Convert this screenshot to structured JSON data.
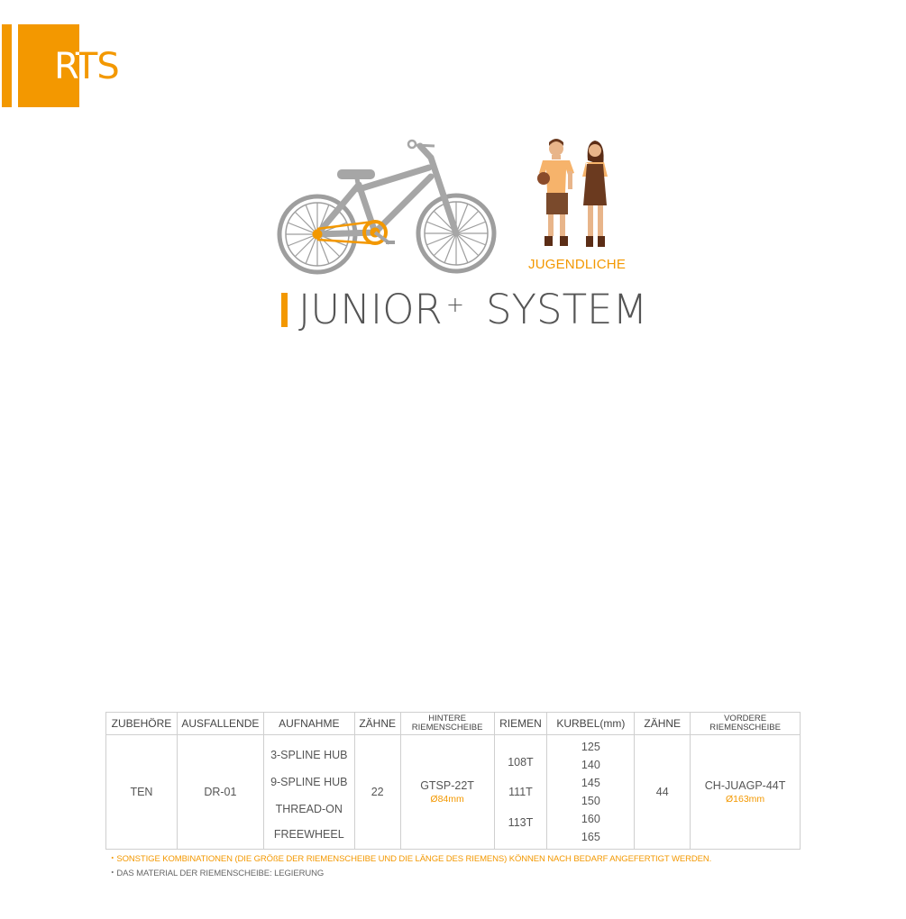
{
  "logo": {
    "text": "RTS"
  },
  "hero": {
    "age_label": "JUGENDLICHE",
    "title_main": "JUNIOR",
    "title_sup": "+",
    "title_rest": "SYSTEM"
  },
  "table": {
    "headers": {
      "zubehoere": "ZUBEHÖRE",
      "ausfallende": "AUSFALLENDE",
      "aufnahme": "AUFNAHME",
      "zaehne_rear": "ZÄHNE",
      "hintere_line1": "HINTERE",
      "hintere_line2": "RIEMENSCHEIBE",
      "riemen": "RIEMEN",
      "kurbel": "KURBEL(mm)",
      "zaehne_front": "ZÄHNE",
      "vordere_line1": "VORDERE",
      "vordere_line2": "RIEMENSCHEIBE"
    },
    "row": {
      "zubehoere": "TEN",
      "ausfallende": "DR-01",
      "aufnahme": [
        "3-SPLINE HUB",
        "9-SPLINE HUB",
        "THREAD-ON",
        "FREEWHEEL"
      ],
      "zaehne_rear": "22",
      "hintere_name": "GTSP-22T",
      "hintere_size": "Ø84mm",
      "riemen": [
        "108T",
        "111T",
        "113T"
      ],
      "kurbel": [
        "125",
        "140",
        "145",
        "150",
        "160",
        "165"
      ],
      "zaehne_front": "44",
      "vordere_name": "CH-JUAGP-44T",
      "vordere_size": "Ø163mm"
    }
  },
  "notes": [
    "・SONSTIGE KOMBINATIONEN (DIE GRÖßE DER RIEMENSCHEIBE UND DIE LÄNGE DES RIEMENS) KÖNNEN NACH BEDARF ANGEFERTIGT WERDEN.",
    "・DAS MATERIAL DER RIEMENSCHEIBE: LEGIERUNG"
  ],
  "colors": {
    "accent": "#f39800",
    "bike_gray": "#9e9e9e",
    "text": "#555555"
  }
}
